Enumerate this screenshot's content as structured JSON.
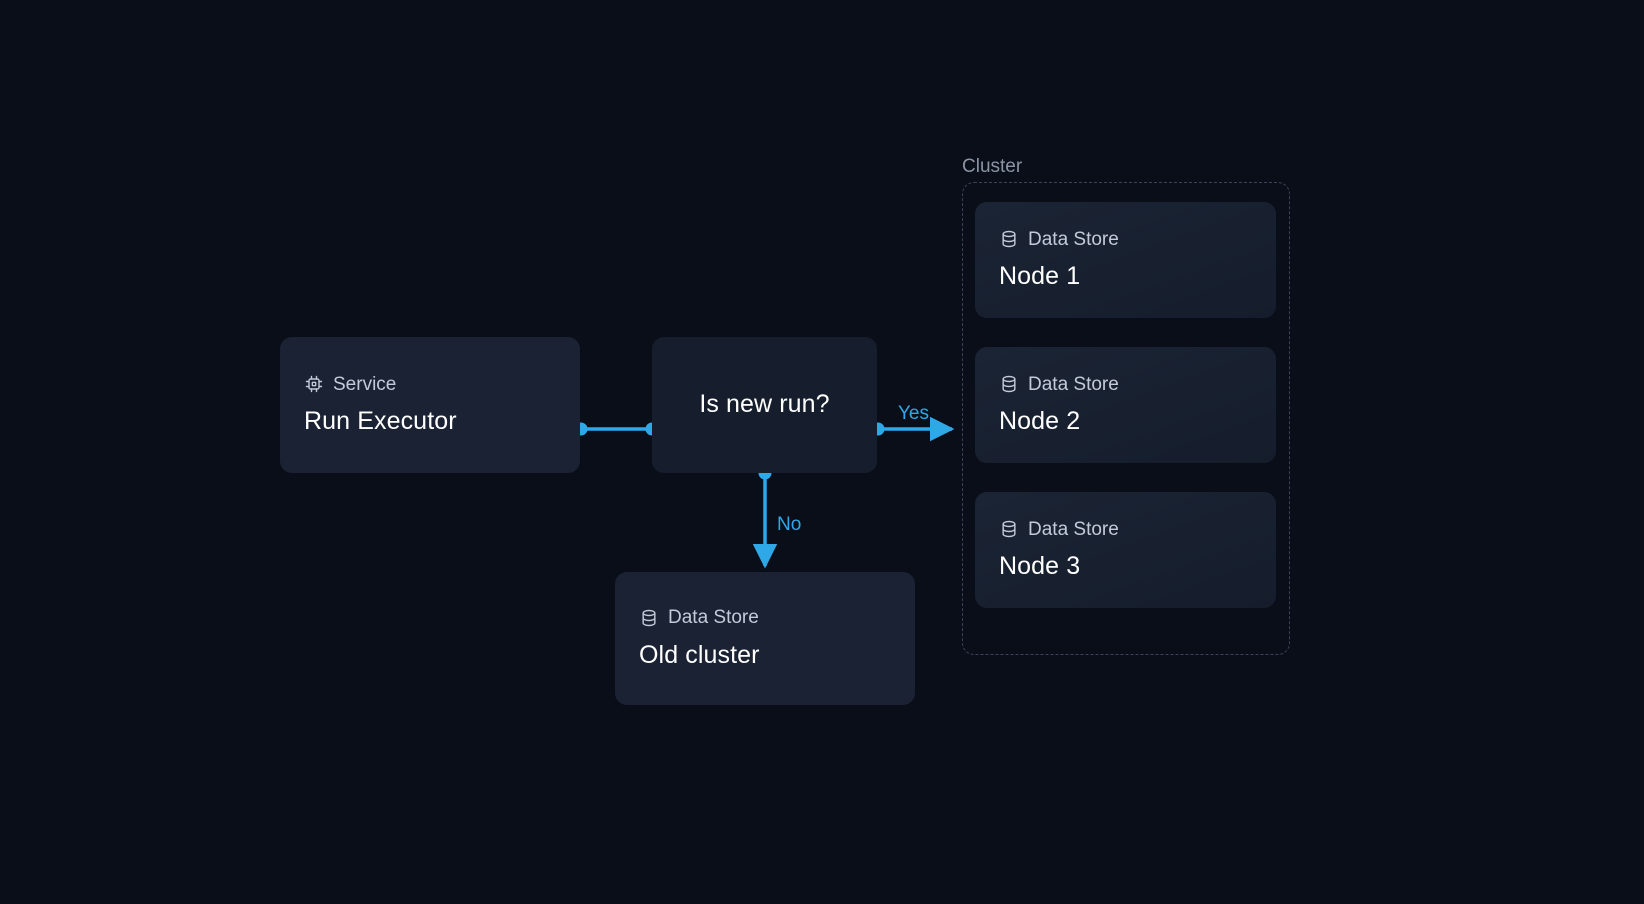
{
  "canvas": {
    "background": "#0a0e18",
    "accent": "#2fa8e8",
    "node_fill": "#1a2233",
    "cluster_border": "#3a4358"
  },
  "cluster": {
    "label": "Cluster",
    "nodes": [
      {
        "type": "Data Store",
        "title": "Node 1",
        "icon": "database-icon"
      },
      {
        "type": "Data Store",
        "title": "Node 2",
        "icon": "database-icon"
      },
      {
        "type": "Data Store",
        "title": "Node 3",
        "icon": "database-icon"
      }
    ]
  },
  "nodes": {
    "run_executor": {
      "type": "Service",
      "title": "Run Executor",
      "icon": "cpu-chip-icon"
    },
    "decision": {
      "title": "Is new run?"
    },
    "old_cluster": {
      "type": "Data Store",
      "title": "Old cluster",
      "icon": "database-icon"
    }
  },
  "edges": [
    {
      "from": "run_executor",
      "to": "decision",
      "label": ""
    },
    {
      "from": "decision",
      "to": "cluster",
      "label": "Yes"
    },
    {
      "from": "decision",
      "to": "old_cluster",
      "label": "No"
    }
  ],
  "edge_labels": {
    "yes": "Yes",
    "no": "No"
  }
}
